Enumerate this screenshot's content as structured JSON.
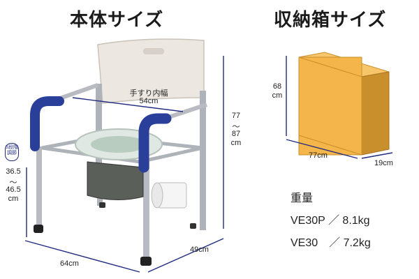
{
  "titles": {
    "body_size": "本体サイズ",
    "box_size": "収納箱サイズ"
  },
  "chair": {
    "armrest_label": "手すり内幅",
    "armrest_width": "54cm",
    "height_top": "77",
    "height_sep": "～",
    "height_bottom": "87",
    "height_unit": "cm",
    "seat_badge": "5段階調節",
    "seat_low": "36.5",
    "seat_sep": "～",
    "seat_high": "46.5",
    "seat_unit": "cm",
    "width": "64cm",
    "depth": "49cm"
  },
  "box": {
    "height_value": "68",
    "height_unit": "cm",
    "width": "77cm",
    "depth": "19cm"
  },
  "weights": {
    "heading": "重量",
    "item1": "VE30P ／ 8.1kg",
    "item2": "VE30　／ 7.2kg"
  },
  "colors": {
    "frame": "#b8bcc2",
    "armrest": "#2a3f9a",
    "backrest": "#ece7e0",
    "box_front": "#f4b64a",
    "box_side": "#c98f2c",
    "dimension_line": "#1f2a80"
  }
}
